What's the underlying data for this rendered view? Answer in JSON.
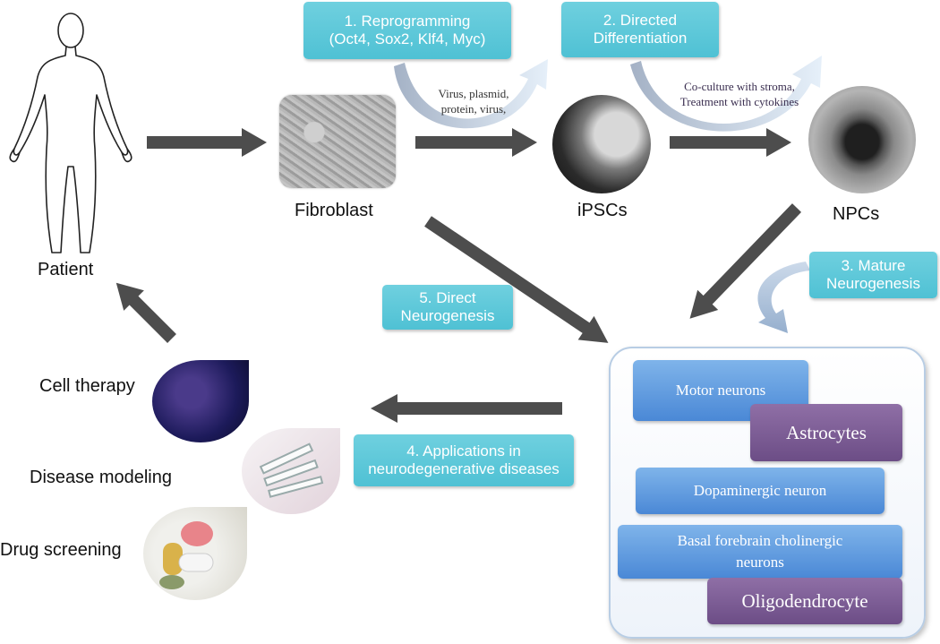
{
  "steps": {
    "reprogramming": "1. Reprogramming\n(Oct4, Sox2, Klf4, Myc)",
    "directed_differentiation": "2. Directed\nDifferentiation",
    "mature_neurogenesis": "3. Mature\nNeurogenesis",
    "applications": "4. Applications in\nneurodegenerative diseases",
    "direct_neurogenesis": "5. Direct\nNeurogenesis"
  },
  "methods": {
    "reprogramming_methods": "Virus, plasmid,\nprotein, virus,",
    "differentiation_methods": "Co-culture with stroma,\nTreatment with cytokines"
  },
  "nodes": {
    "patient": "Patient",
    "fibroblast": "Fibroblast",
    "ipscs": "iPSCs",
    "npcs": "NPCs"
  },
  "cell_types": {
    "motor_neurons": "Motor neurons",
    "astrocytes": "Astrocytes",
    "dopaminergic": "Dopaminergic neuron",
    "basal_forebrain": "Basal forebrain cholinergic\nneurons",
    "oligodendrocyte": "Oligodendrocyte"
  },
  "applications": {
    "cell_therapy": "Cell therapy",
    "disease_modeling": "Disease modeling",
    "drug_screening": "Drug screening"
  },
  "colors": {
    "arrow": "#4d4d4d",
    "teal_box": "#56c4d6",
    "blue_box": "#5b95dc",
    "purple_box": "#7a5a93"
  }
}
